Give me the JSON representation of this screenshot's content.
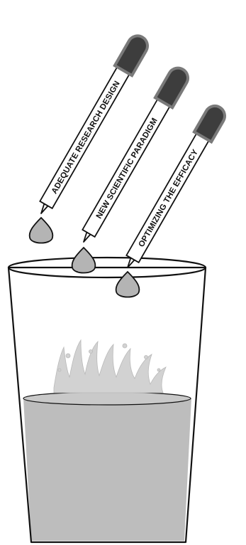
{
  "diagram": {
    "droppers": [
      {
        "label": "ADEQUATE RESEARCH DESIGN"
      },
      {
        "label": "NEW SCIENTIFIC PARADIGM"
      },
      {
        "label": "OPTIMIZING THE EFFICACY"
      }
    ]
  },
  "colors": {
    "bulb": "#3d3d3d",
    "bulb_edge": "#7a7a7a",
    "drop": "#b4b4b4",
    "liquid": "#bdbdbd",
    "splash": "#cfcfcf",
    "outline": "#111111",
    "background": "#ffffff"
  }
}
